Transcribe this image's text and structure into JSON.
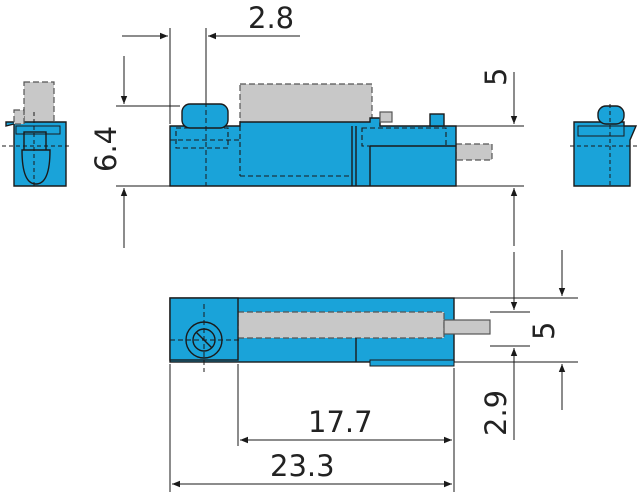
{
  "drawing": {
    "dimensions": {
      "top_width": "2.8",
      "height_left": "6.4",
      "height_right": "5",
      "bottom_inner_length": "17.7",
      "bottom_total_length": "23.3",
      "bottom_height": "5",
      "bottom_offset": "2.9"
    }
  }
}
